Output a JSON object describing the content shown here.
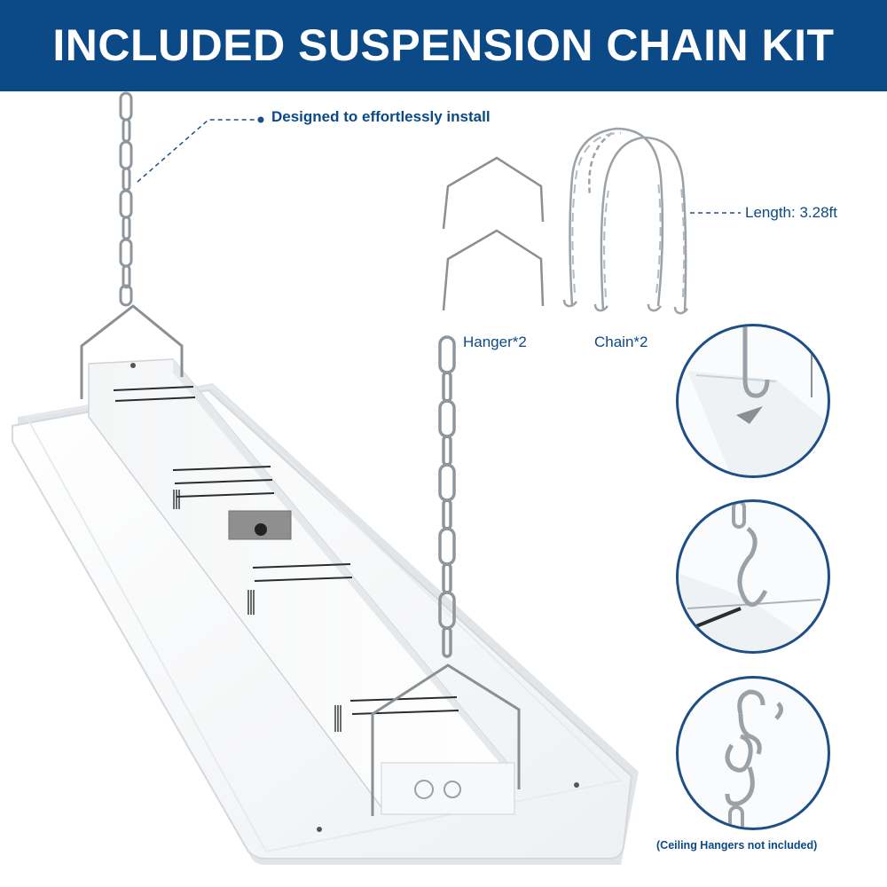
{
  "banner": {
    "title": "INCLUDED SUSPENSION CHAIN KIT"
  },
  "callouts": {
    "install": "Designed to effortlessly install",
    "length": "Length: 3.28ft",
    "hanger": "Hanger*2",
    "chain": "Chain*2"
  },
  "note": "(Ceiling Hangers not included)",
  "colors": {
    "banner": "#0b4a86",
    "accent": "#1d4f86",
    "text": "#0b4a86"
  },
  "icons": [
    "light-fixture",
    "chain",
    "hanger-bracket",
    "s-hook"
  ]
}
